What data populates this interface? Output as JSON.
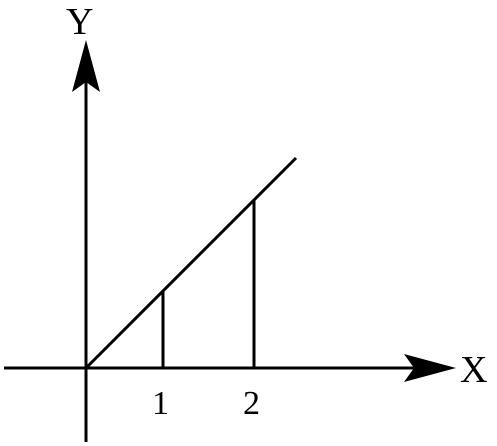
{
  "diagram": {
    "axes": {
      "x_label": "X",
      "y_label": "Y"
    },
    "ticks": [
      "1",
      "2"
    ],
    "line": {
      "description_type": "proportional line through origin",
      "points": [
        [
          0,
          0
        ],
        [
          1,
          1
        ],
        [
          2,
          2
        ]
      ]
    },
    "colors": {
      "ink": "#000000",
      "background": "#ffffff"
    }
  }
}
